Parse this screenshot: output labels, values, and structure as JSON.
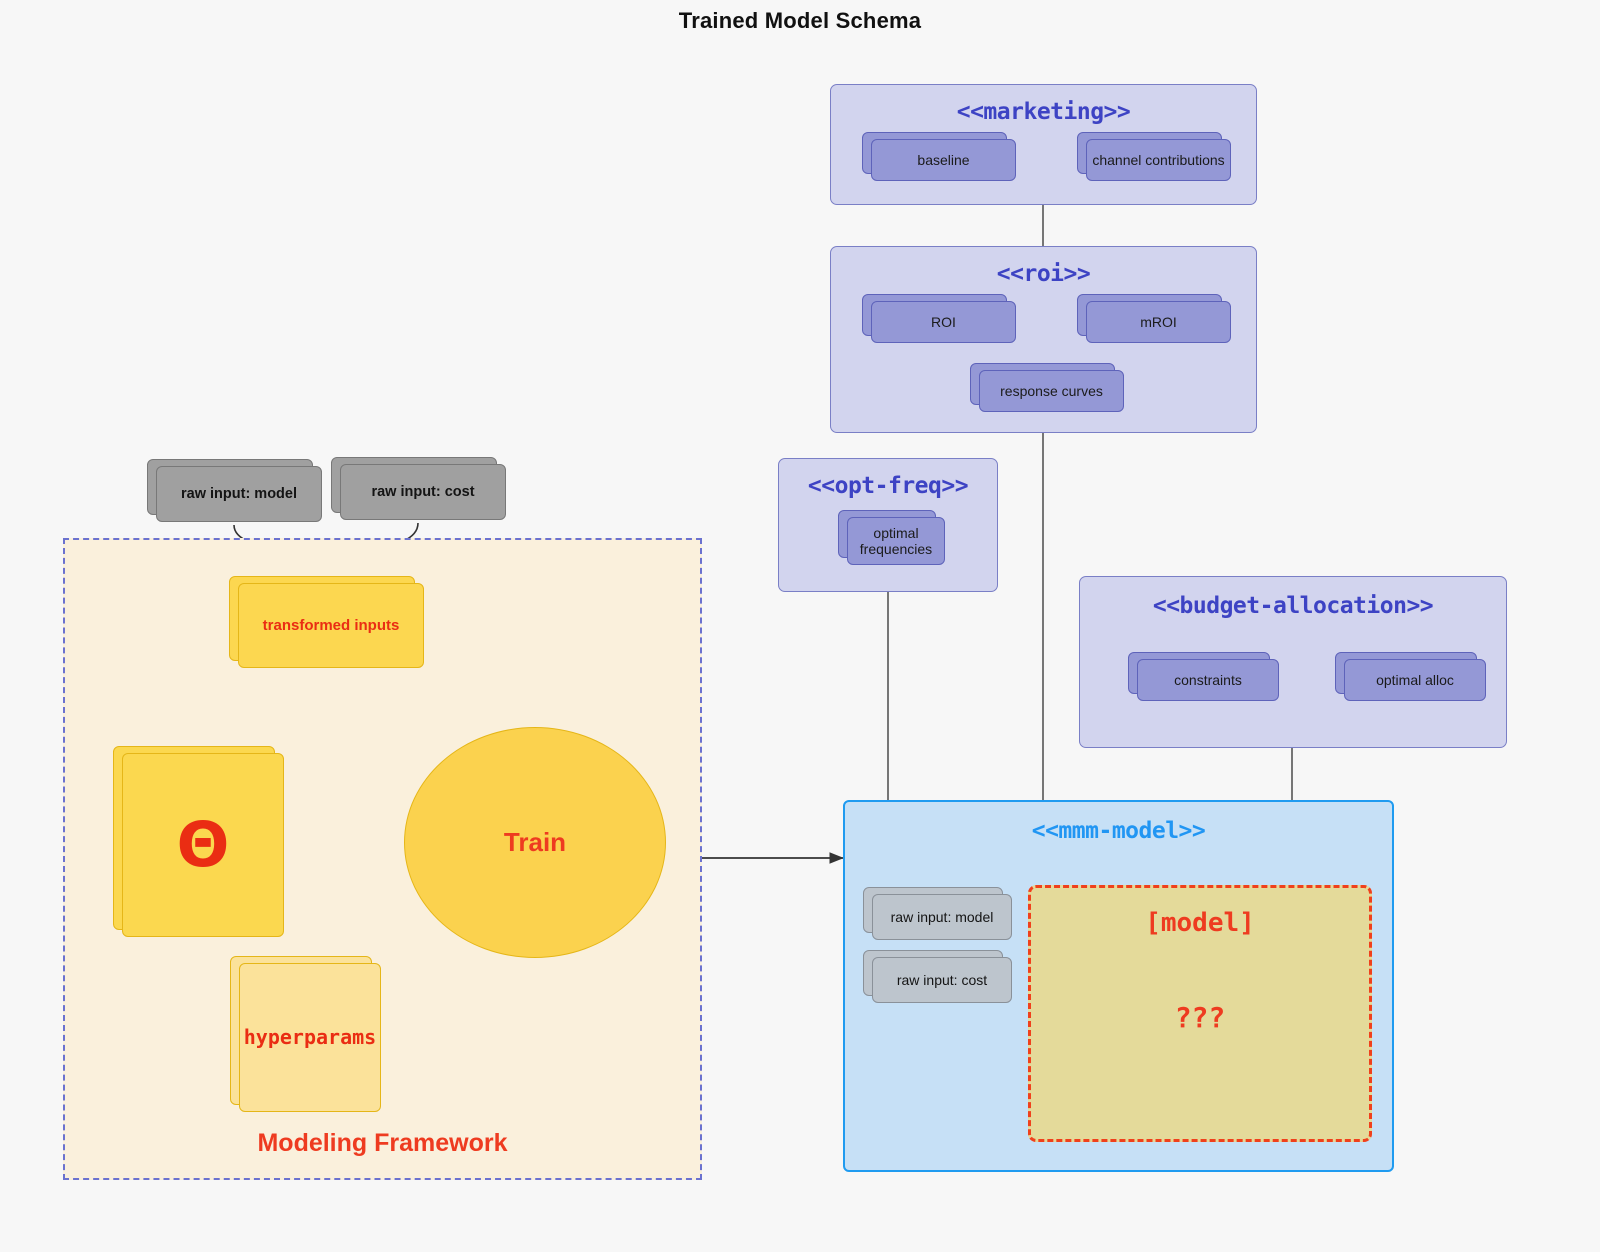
{
  "title": "Trained Model Schema",
  "colors": {
    "background": "#f7f7f7",
    "package_fill": "#d2d4ee",
    "package_border": "#7a7fc6",
    "package_title": "#3d43c4",
    "inner_card_fill": "#9498d6",
    "grey_card_fill": "#a0a0a0",
    "grey_card_light_fill": "#bdc5cd",
    "framework_fill": "#faf0dc",
    "framework_border": "#6b72cf",
    "yellow_card_fill": "#fcd750",
    "yellow_card_border": "#e5b618",
    "pale_yellow_fill": "#fbe29a",
    "accent_red": "#ee3b20",
    "mmm_fill": "#c6e0f6",
    "mmm_border": "#1f9bf0",
    "mmm_title": "#2196f3",
    "model_box_fill": "#e4da9a",
    "model_box_border": "#f0401c",
    "edge_grey": "#555555"
  },
  "packages": {
    "marketing": {
      "title": "<<marketing>>",
      "nodes": [
        {
          "label": "baseline"
        },
        {
          "label": "channel contributions"
        }
      ]
    },
    "roi": {
      "title": "<<roi>>",
      "nodes": [
        {
          "label": "ROI"
        },
        {
          "label": "mROI"
        },
        {
          "label": "response curves"
        }
      ]
    },
    "opt_freq": {
      "title": "<<opt-freq>>",
      "nodes": [
        {
          "label": "optimal\nfrequencies",
          "line1": "optimal",
          "line2": "frequencies"
        }
      ]
    },
    "budget_allocation": {
      "title": "<<budget-allocation>>",
      "nodes": [
        {
          "label": "constraints"
        },
        {
          "label": "optimal alloc"
        }
      ]
    },
    "mmm_model": {
      "title": "<<mmm-model>>",
      "inputs": [
        {
          "label": "raw input: model"
        },
        {
          "label": "raw input: cost"
        }
      ],
      "model_box": {
        "label": "[model]",
        "unknown": "???"
      }
    }
  },
  "framework": {
    "label": "Modeling Framework",
    "raw_inputs": [
      {
        "label": "raw input: model"
      },
      {
        "label": "raw input: cost"
      }
    ],
    "transformed_inputs": {
      "label": "transformed inputs"
    },
    "theta": {
      "label": "Θ"
    },
    "hyperparams": {
      "label": "hyperparams"
    },
    "train": {
      "label": "Train"
    }
  },
  "edges": [
    {
      "from": "marketing",
      "to": "roi",
      "type": "line"
    },
    {
      "from": "roi",
      "to": "mmm-model",
      "type": "line"
    },
    {
      "from": "opt-freq",
      "to": "mmm-model",
      "type": "line"
    },
    {
      "from": "budget-allocation",
      "to": "mmm-model",
      "type": "line"
    },
    {
      "from": "modeling-framework",
      "to": "mmm-model",
      "type": "arrow"
    },
    {
      "from": "raw input: model",
      "to": "transformed inputs",
      "type": "arrow"
    },
    {
      "from": "raw input: cost",
      "to": "transformed inputs",
      "type": "arrow"
    },
    {
      "from": "transformed inputs",
      "to": "Train",
      "type": "arrow"
    },
    {
      "from": "Θ",
      "to": "Train",
      "type": "arrow"
    },
    {
      "from": "hyperparams",
      "to": "Train",
      "type": "arrow"
    },
    {
      "from": "baseline",
      "to": "channel contributions",
      "type": "bidirectional"
    },
    {
      "from": "ROI",
      "to": "mROI",
      "type": "bidirectional"
    },
    {
      "from": "constraints",
      "to": "optimal alloc",
      "type": "bidirectional"
    }
  ]
}
